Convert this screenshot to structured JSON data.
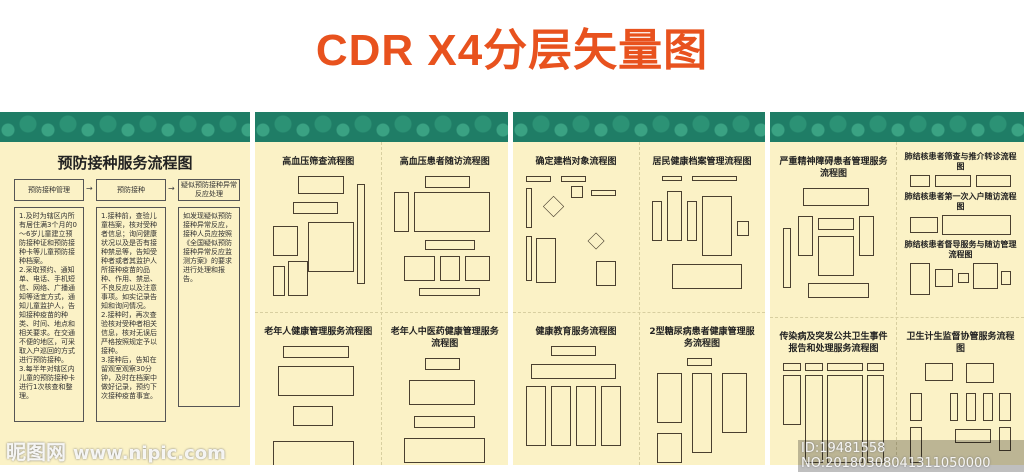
{
  "title": "CDR X4分层矢量图",
  "panel1": {
    "title": "预防接种服务流程图",
    "headers": [
      "预防接种管理",
      "预防接种",
      "疑似预防接种异常反应处理"
    ],
    "contents": [
      "1.及时为辖区内所有居住满3个月的0～6岁儿童建立预防接种证和预防接种卡等儿童预防接种档案。\n2.采取预约、通知单、电话、手机短信、网络、广播通知等适宜方式，通知儿童监护人，告知接种疫苗的种类、时间、地点和相关要求。在交通不便的地区，可采取入户巡回的方式进行预防接种。\n3.每半年对辖区内儿童的预防接种卡进行1次核查和整理。",
      "1.接种前，查验儿童档案，核对受种者信息；询问健康状况以及是否有接种禁忌等，告知受种者或者其监护人所接种疫苗的品种、作用、禁忌、不良反应以及注意事项。如实记录告知和询问情况。\n2.接种时，再次查验核对受种者相关信息，核对无误后严格按照规定予以接种。\n3.接种后，告知在留观室观察30分钟，及时在档案中做好记录，预约下次接种疫苗事宜。",
      "如发现疑似预防接种异常反应，接种人员应按照《全国疑似预防接种异常反应监测方案》的要求进行处理和报告。"
    ]
  },
  "panel2": {
    "charts": [
      "高血压筛查流程图",
      "高血压患者随访流程图",
      "老年人健康管理服务流程图",
      "老年人中医药健康管理服务流程图"
    ]
  },
  "panel3": {
    "charts": [
      "确定建档对象流程图",
      "居民健康档案管理流程图",
      "健康教育服务流程图",
      "2型糖尿病患者健康管理服务流程图"
    ]
  },
  "panel4": {
    "charts": [
      "严重精神障碍患者管理服务流程图",
      "肺结核患者筛查与推介转诊流程图",
      "肺结核患者第一次入户随访流程图",
      "肺结核患者督导服务与随访管理流程图",
      "传染病及突发公共卫生事件报告和处理服务流程图",
      "卫生计生监督协管服务流程图"
    ]
  },
  "watermark": {
    "logo": "昵图网",
    "url": "www.nipic.com",
    "id": "ID:19481558 NO:20180308041311050000"
  },
  "colors": {
    "title": "#e8521e",
    "band": "#1f7d66",
    "paper": "#fbf2c6"
  }
}
